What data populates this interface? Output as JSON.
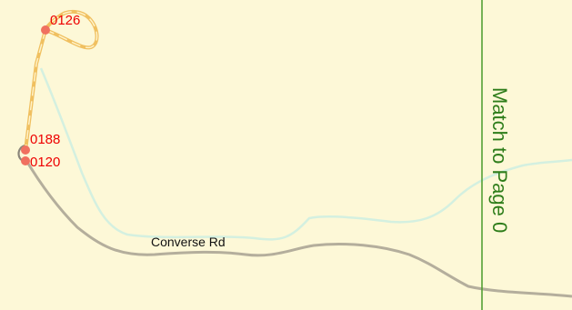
{
  "map": {
    "background_color": "#fdf8d7",
    "roads": [
      {
        "name": "Converse Rd",
        "color": "#b4ae9c"
      }
    ],
    "stream_color": "#d4f0e0",
    "route_color": "#f0c060",
    "waypoints": [
      {
        "label": "0126",
        "color": "#f07060"
      },
      {
        "label": "0188",
        "color": "#f07060"
      },
      {
        "label": "0120",
        "color": "#f07060"
      }
    ],
    "match_line": {
      "label": "Match to Page 0",
      "color": "#4a9a2a"
    }
  }
}
